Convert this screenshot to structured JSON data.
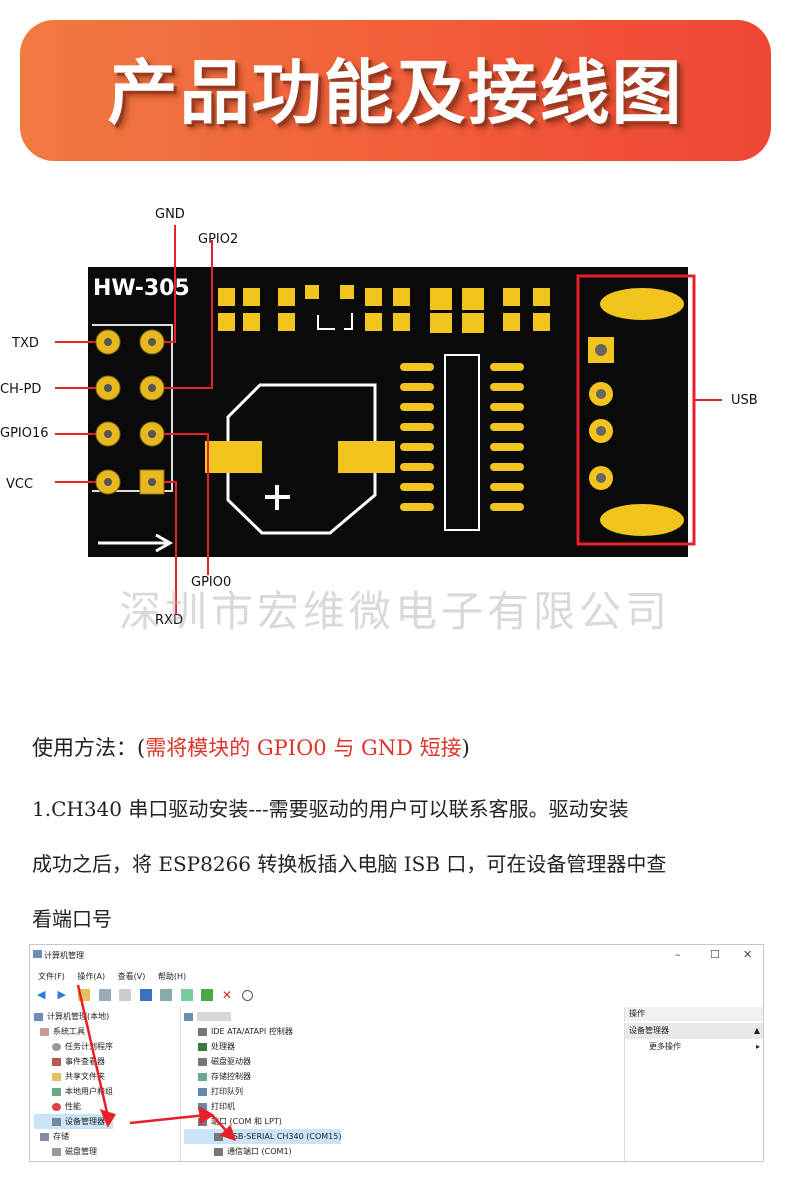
{
  "banner": {
    "title": "产品功能及接线图"
  },
  "board": {
    "model": "HW-305",
    "labels": {
      "gnd": "GND",
      "gpio2": "GPIO2",
      "txd": "TXD",
      "chpd": "CH-PD",
      "gpio16": "GPIO16",
      "vcc": "VCC",
      "gpio0": "GPIO0",
      "rxd": "RXD",
      "usb": "USB"
    },
    "watermark": "深圳市宏维微电子有限公司"
  },
  "usage": {
    "prefix": "使用方法：(",
    "highlight": "需将模块的 GPIO0 与 GND 短接",
    "suffix": ")",
    "line1": "1.CH340 串口驱动安装---需要驱动的用户可以联系客服。驱动安装",
    "line2": "成功之后，将 ESP8266 转换板插入电脑 ISB 口，可在设备管理器中查",
    "line3": "看端口号"
  },
  "window": {
    "title": "计算机管理",
    "controls": {
      "minimize": "–",
      "maximize": "☐",
      "close": "✕"
    },
    "menu": [
      "文件(F)",
      "操作(A)",
      "查看(V)",
      "帮助(H)"
    ],
    "left_tree": [
      "计算机管理(本地)",
      "系统工具",
      "任务计划程序",
      "事件查看器",
      "共享文件夹",
      "本地用户和组",
      "性能",
      "设备管理器",
      "存储",
      "磁盘管理"
    ],
    "device_tree": [
      "IDE ATA/ATAPI 控制器",
      "处理器",
      "磁盘驱动器",
      "存储控制器",
      "打印队列",
      "打印机",
      "端口 (COM 和 LPT)",
      "USB-SERIAL CH340 (COM15)",
      "通信端口 (COM1)"
    ],
    "actions": {
      "header": "操作",
      "item": "设备管理器",
      "more": "更多操作"
    }
  }
}
